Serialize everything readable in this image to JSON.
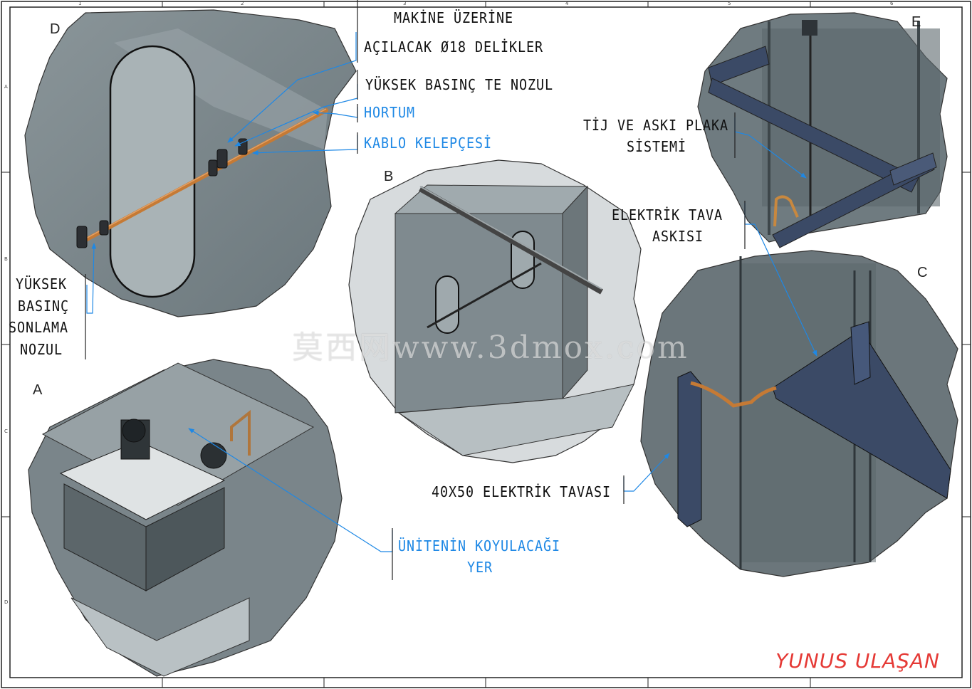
{
  "views": {
    "d": "D",
    "b": "B",
    "e": "E",
    "c": "C",
    "a": "A"
  },
  "labels": {
    "makine_line1": "MAKİNE ÜZERİNE",
    "makine_line2": "AÇILACAK Ø18 DELİKLER",
    "te_nozul": "YÜKSEK BASINÇ TE NOZUL",
    "hortum": "HORTUM",
    "kablo": "KABLO KELEPÇESİ",
    "tij_line1": "TİJ VE ASKI PLAKA",
    "tij_line2": "SİSTEMİ",
    "tava_aski_line1": "ELEKTRİK TAVA",
    "tava_aski_line2": "ASKISI",
    "sonlama_line1": "YÜKSEK",
    "sonlama_line2": "BASINÇ",
    "sonlama_line3": "SONLAMA",
    "sonlama_line4": "NOZUL",
    "tava": "40X50 ELEKTRİK TAVASI",
    "unite_line1": "ÜNİTENİN KOYULACAĞI",
    "unite_line2": "YER"
  },
  "watermark": "莫西网www.3dmox.com",
  "author": "YUNUS ULAŞAN",
  "border_ticks": {
    "top": [
      "1",
      "2",
      "3",
      "4",
      "5",
      "6"
    ],
    "side": [
      "A",
      "B",
      "C",
      "D"
    ]
  },
  "colors": {
    "leader_blue": "#1e88e5",
    "callout_blue": "#1e88e5",
    "author_red": "#e53935",
    "pipe_copper": "#c57a35",
    "tray_blue": "#3b4a66",
    "wall_gray": "#5f6b70"
  }
}
